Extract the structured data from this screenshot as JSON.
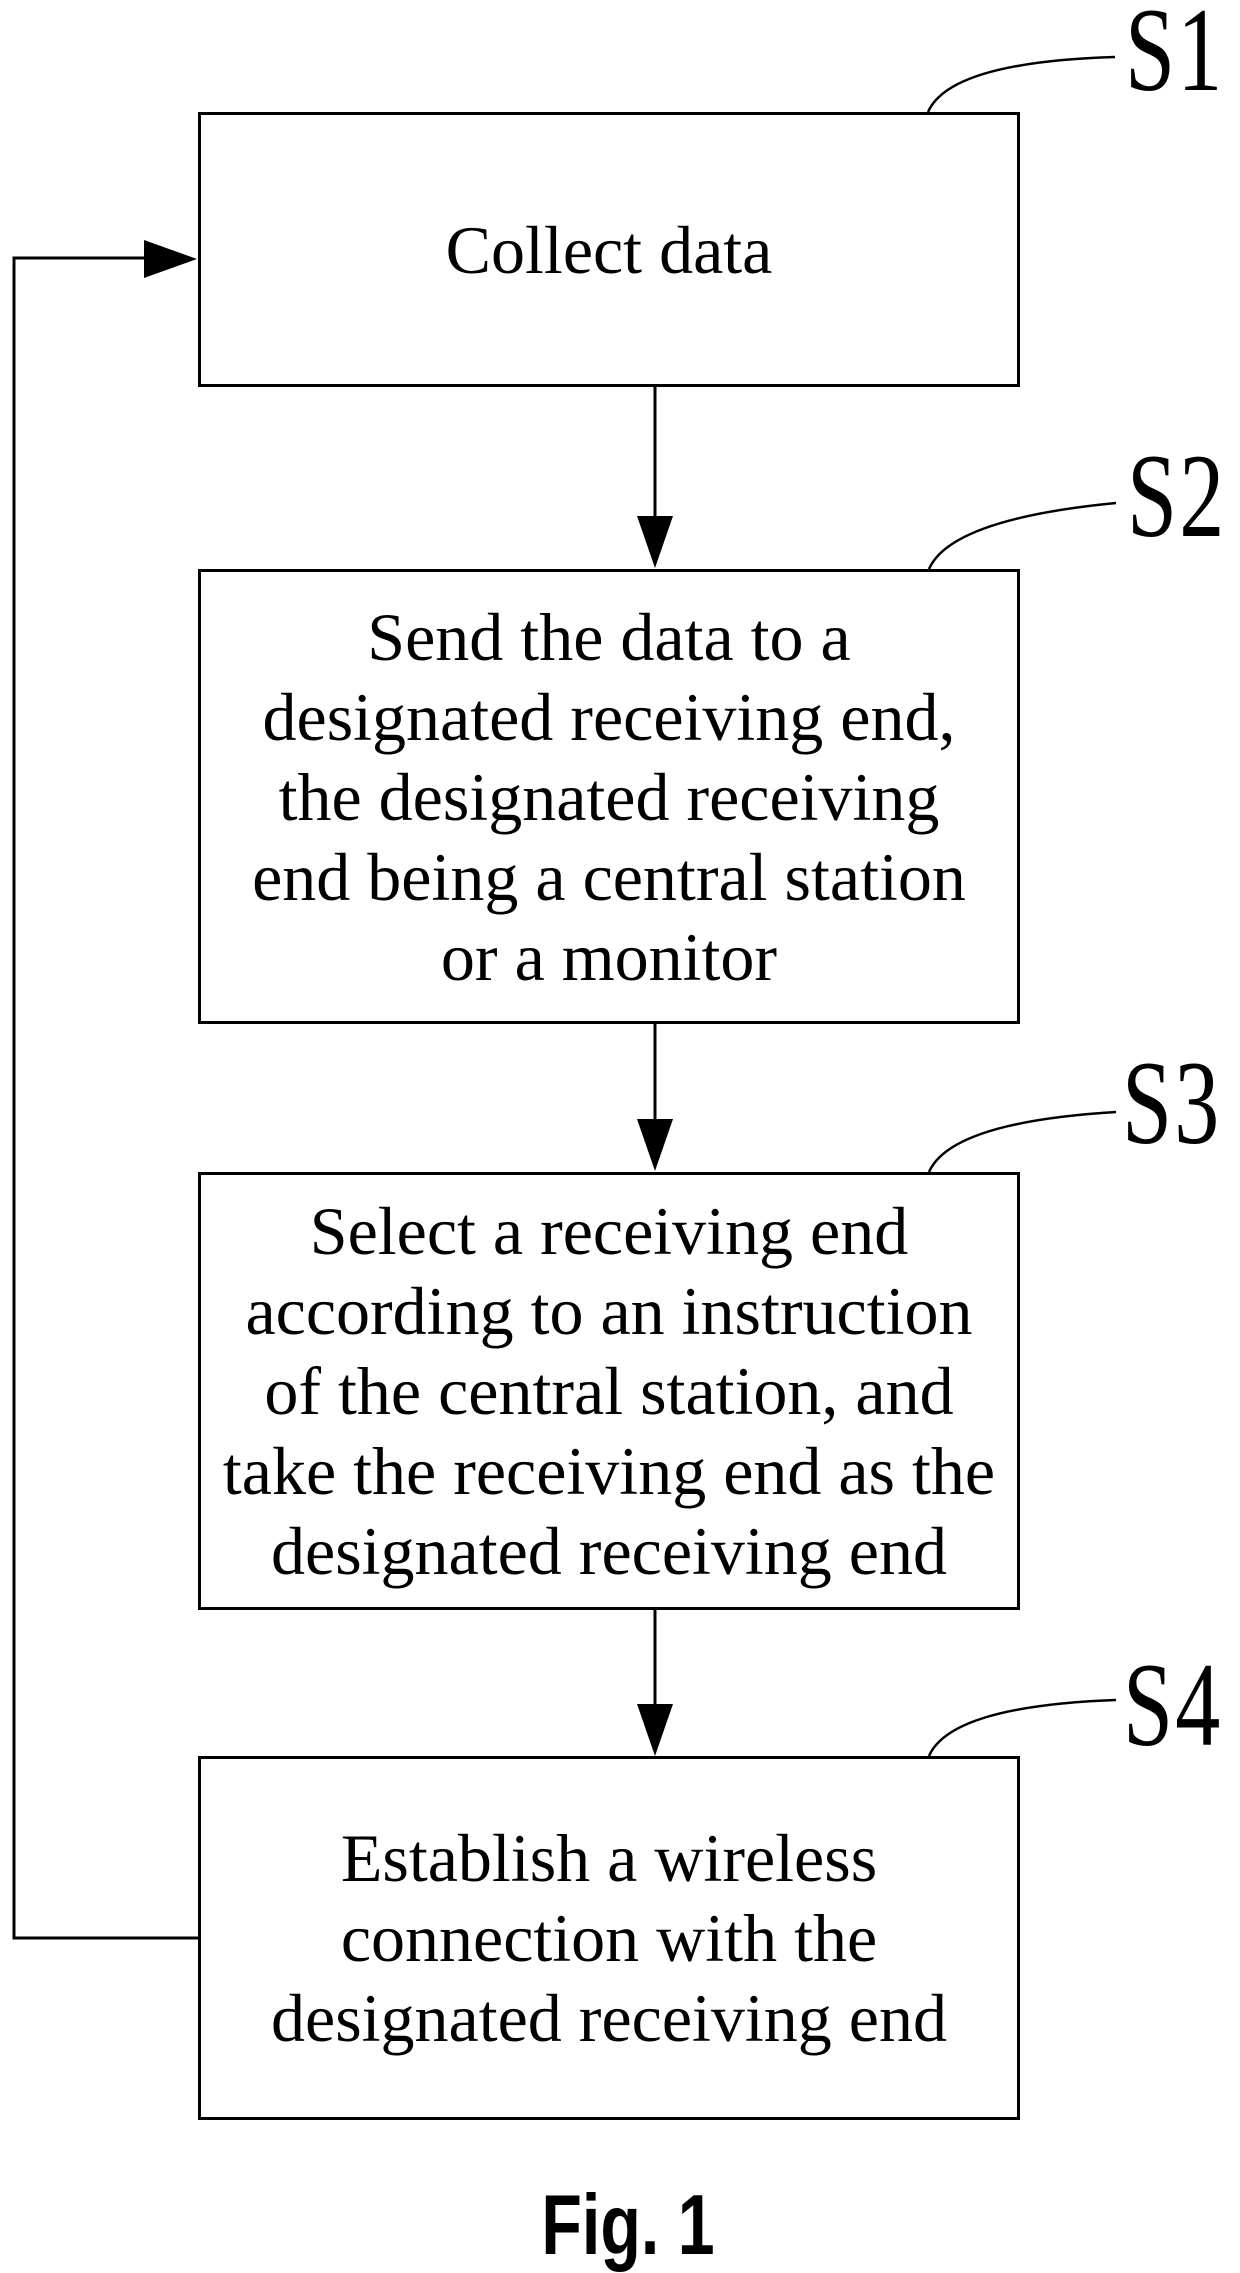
{
  "figure": {
    "caption": "Fig. 1",
    "colors": {
      "ink": "#000000",
      "background": "#ffffff"
    },
    "steps": [
      {
        "id": "S1",
        "label": "S1",
        "lines": [
          "Collect data"
        ]
      },
      {
        "id": "S2",
        "label": "S2",
        "lines": [
          "Send the data to a",
          "designated receiving end,",
          "the designated receiving",
          "end being a central station",
          "or a monitor"
        ]
      },
      {
        "id": "S3",
        "label": "S3",
        "lines": [
          "Select a receiving end",
          "according to an instruction",
          "of the central station, and",
          "take the receiving end as the",
          "designated receiving end"
        ]
      },
      {
        "id": "S4",
        "label": "S4",
        "lines": [
          "Establish a wireless",
          "connection with the",
          "designated receiving end"
        ]
      }
    ]
  }
}
